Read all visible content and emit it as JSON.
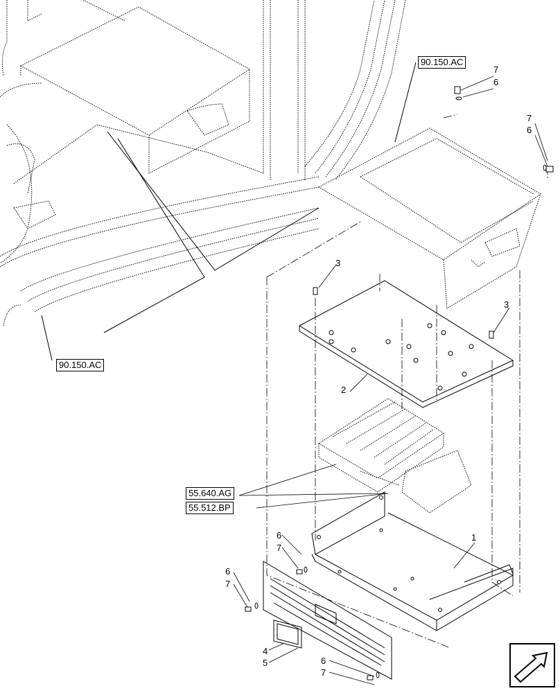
{
  "references": {
    "top": "90.150.AC",
    "left": "90.150.AC",
    "ecu": "55.640.AG",
    "harness": "55.512.BP"
  },
  "callouts": {
    "c7a": "7",
    "c6a": "6",
    "c7b": "7",
    "c6b": "6",
    "c3a": "3",
    "c3b": "3",
    "c2": "2",
    "c1": "1",
    "c6c": "6",
    "c7c": "7",
    "c6d": "6",
    "c7d": "7",
    "c4": "4",
    "c5": "5",
    "c6e": "6",
    "c7e": "7"
  },
  "nav": {
    "icon": "arrow-next-icon"
  }
}
